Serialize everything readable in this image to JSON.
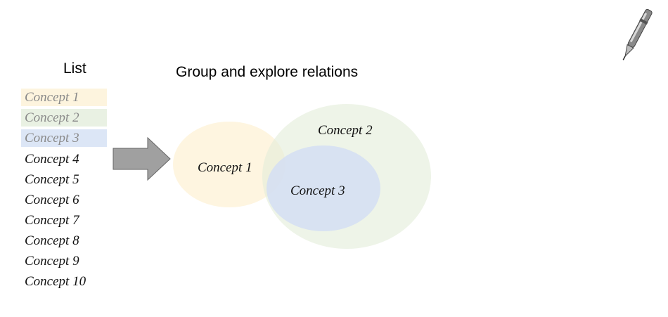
{
  "list_title": "List",
  "main_title": "Group and explore relations",
  "concepts": [
    "Concept 1",
    "Concept 2",
    "Concept 3",
    "Concept 4",
    "Concept 5",
    "Concept 6",
    "Concept 7",
    "Concept 8",
    "Concept 9",
    "Concept 10"
  ],
  "venn": {
    "circle_1_label": "Concept 1",
    "circle_2_label": "Concept 2",
    "circle_3_label": "Concept 3"
  },
  "colors": {
    "concept_1": "#fdf4de",
    "concept_2": "#e9f1e3",
    "concept_3": "#dce6f6",
    "arrow_fill": "#a0a0a0"
  },
  "icons": {
    "pen": "pen-icon",
    "arrow": "right-arrow-icon"
  }
}
